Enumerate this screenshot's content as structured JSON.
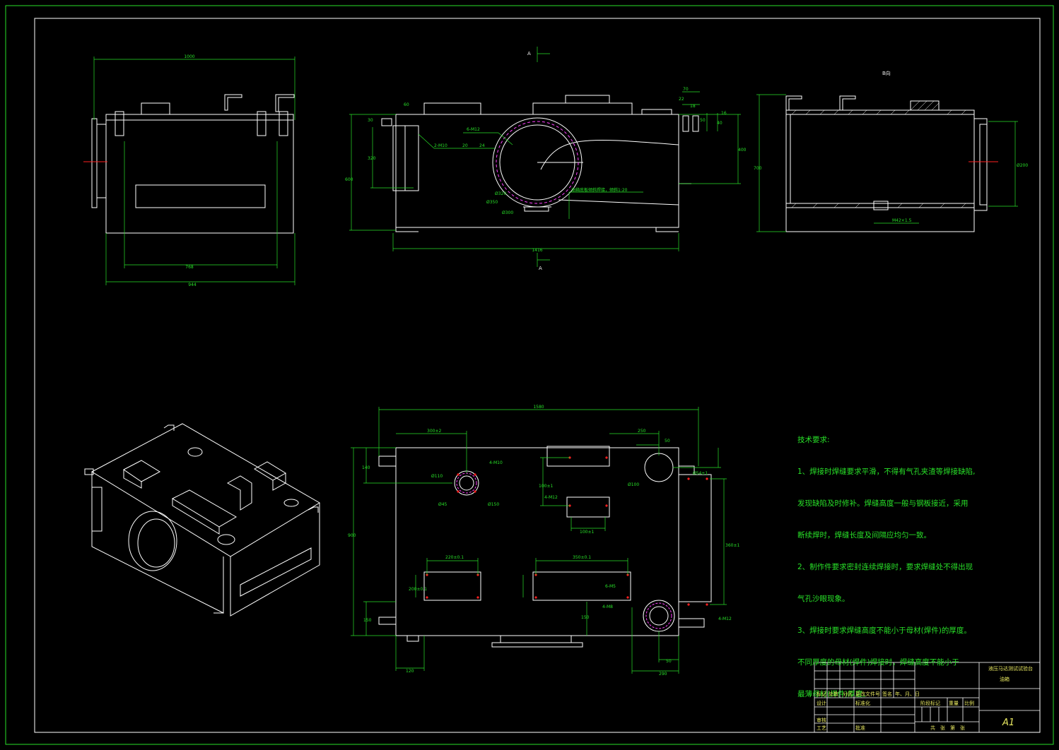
{
  "views": {
    "left": {
      "dims": [
        "1000",
        "768",
        "944"
      ]
    },
    "front": {
      "dims": [
        "60",
        "30",
        "320",
        "600",
        "70",
        "22",
        "18",
        "50",
        "16",
        "40",
        "400",
        "1416"
      ],
      "labels": [
        "A",
        "A",
        "6-M12",
        "2-M10",
        "20",
        "24",
        "Ø350",
        "Ø300",
        "Ø320"
      ],
      "note": "油箱底板倾斜焊接，倾斜1:20"
    },
    "right": {
      "title": "B向",
      "dims": [
        "700",
        "Ø200",
        "M42×1.5"
      ]
    },
    "top": {
      "dims": [
        "1580",
        "300±2",
        "250",
        "50",
        "140",
        "4-M10",
        "Ø110",
        "4-M12",
        "Ø45",
        "Ø150",
        "Ø100",
        "100±1",
        "100±1",
        "220±0.1",
        "350±0.1",
        "150",
        "200±0.1",
        "6-M5",
        "4-M8",
        "900",
        "150",
        "120",
        "290",
        "50",
        "4-M12",
        "Ø54±1",
        "360±1"
      ]
    }
  },
  "technical_requirements": {
    "heading": "技术要求:",
    "lines": [
      "1、焊接时焊缝要求平滑，不得有气孔夹渣等焊接缺陷,",
      "发现缺陷及时修补。焊缝高度一般与钢板接近，采用",
      "断续焊时，焊缝长度及间隔应均匀一致。",
      "2、制作件要求密封连续焊接时，要求焊缝处不得出现",
      "气孔沙眼现象。",
      "3、焊接时要求焊缝高度不能小于母材(焊件)的厚度。",
      "不同厚度的母材(焊件)焊接时，焊缝高度不能小于",
      "最薄母材(焊件)厚度。"
    ]
  },
  "title_block": {
    "drawing_name": "液压马达测试试验台",
    "part_name": "油箱",
    "row_labels": [
      "标记",
      "处数",
      "分区",
      "更改文件号",
      "签名",
      "年、月、日"
    ],
    "sign_labels": [
      "设计",
      "标准化",
      "审核",
      "工艺",
      "批准"
    ],
    "stage_labels": [
      "阶段标记",
      "重量",
      "比例"
    ],
    "sheet_labels": [
      "共",
      "张",
      "第",
      "张"
    ],
    "sheet_size": "A1"
  },
  "colors": {
    "background": "#000000",
    "outline": "#ffffff",
    "dimension": "#28e028",
    "border": "#28e028",
    "center_line": "#ff2020",
    "circle_accent": "#ff40ff",
    "title_text": "#e8e860"
  }
}
